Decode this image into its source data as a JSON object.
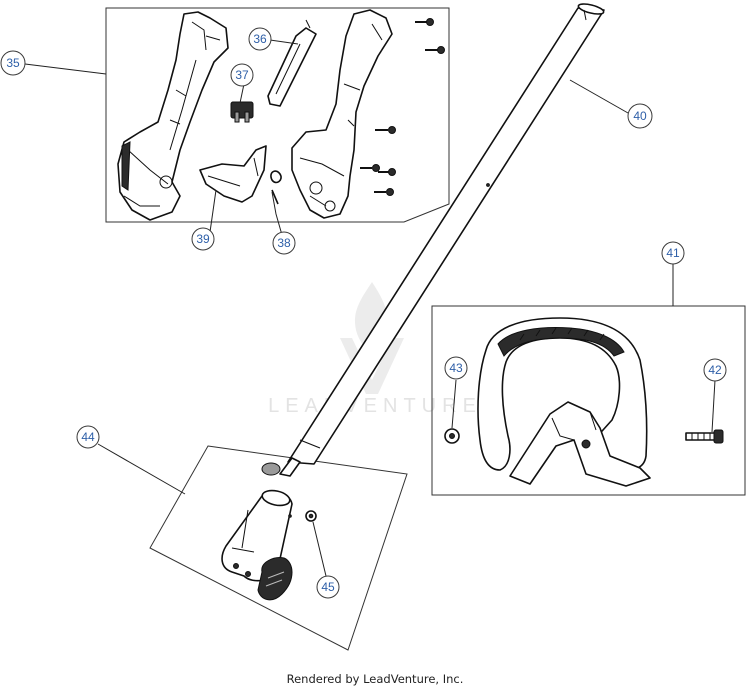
{
  "watermark": "LEADVENTURE",
  "footer": "Rendered by LeadVenture, Inc.",
  "callouts": [
    "35",
    "36",
    "37",
    "38",
    "39",
    "40",
    "41",
    "42",
    "43",
    "44",
    "45"
  ]
}
